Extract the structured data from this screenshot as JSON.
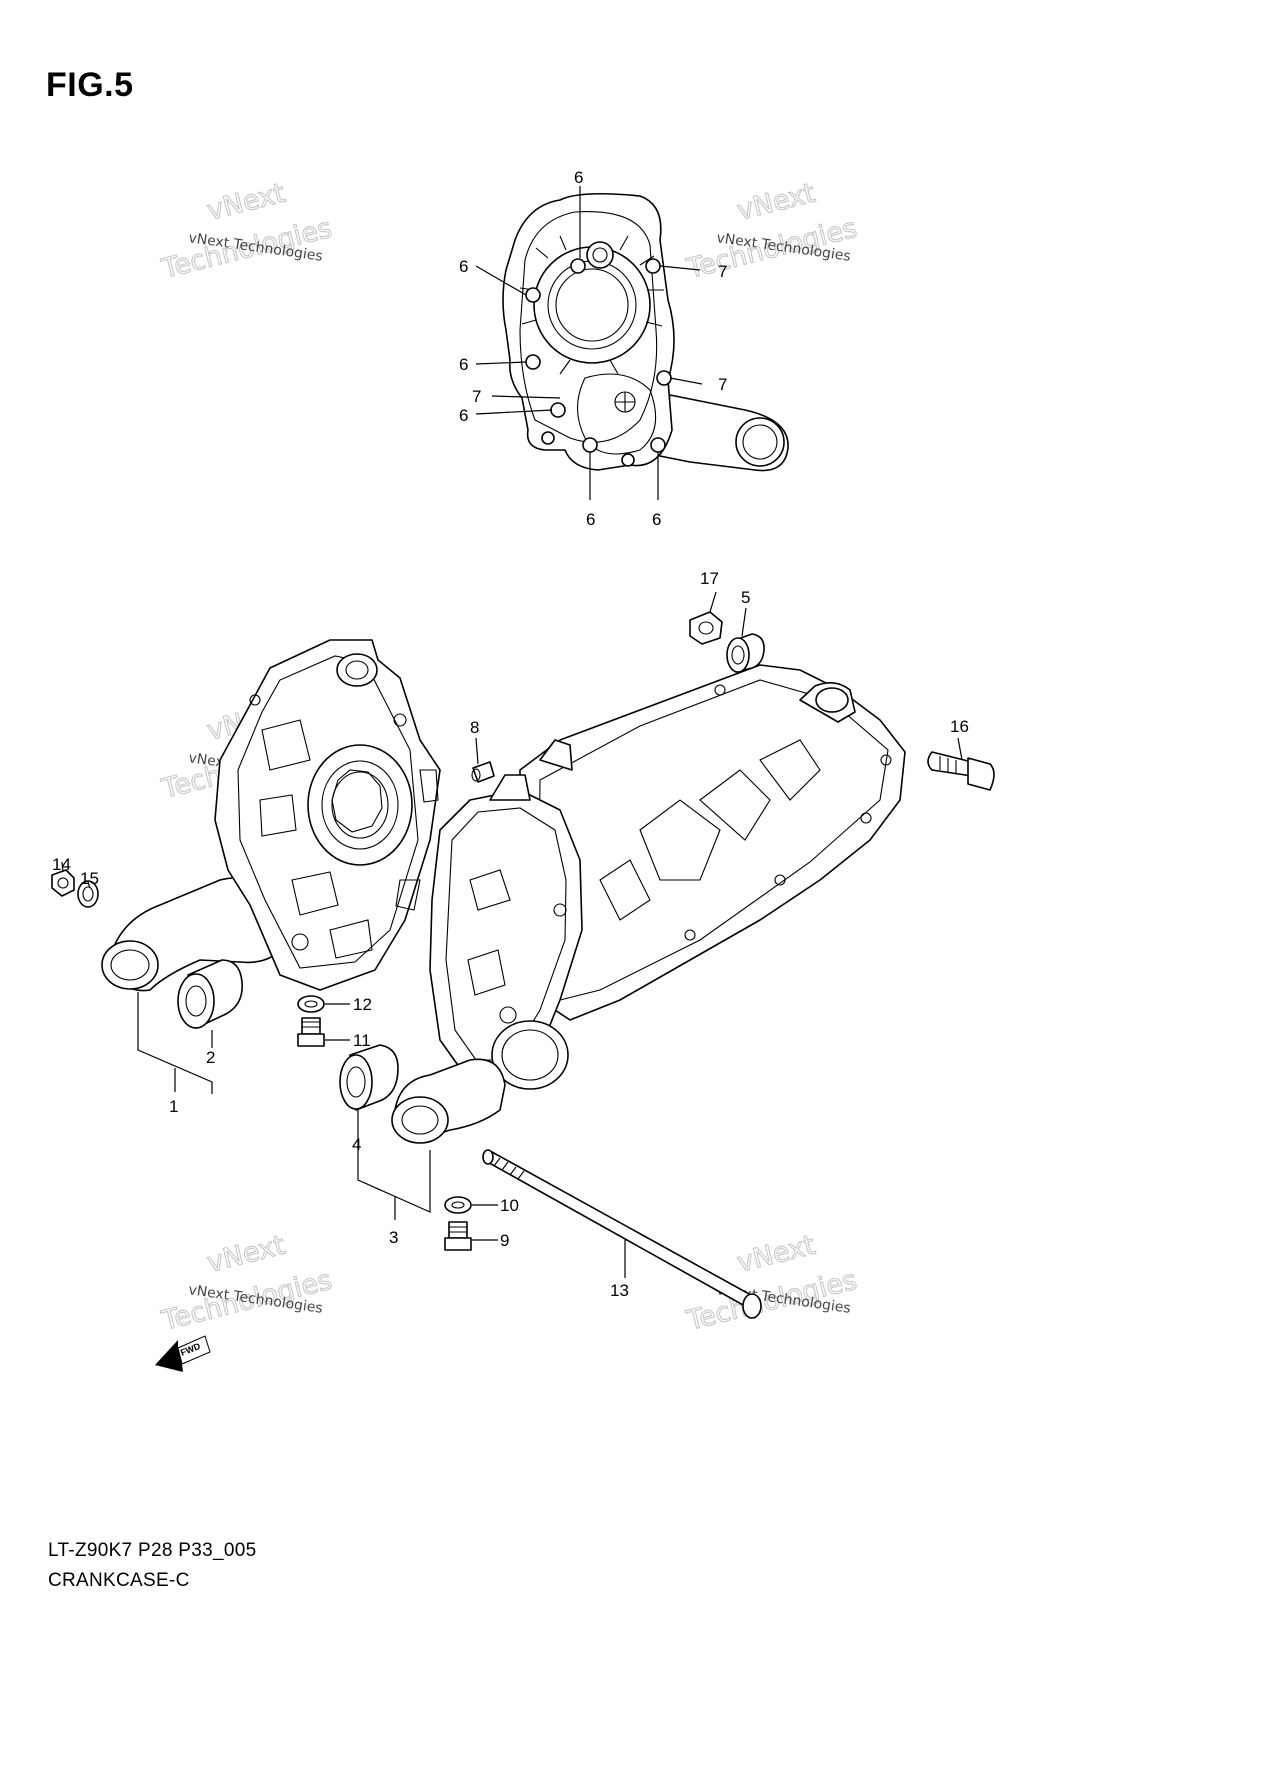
{
  "figure": {
    "title": "FIG.5"
  },
  "footer": {
    "model_code": "LT-Z90K7 P28 P33_005",
    "section_name": "CRANKCASE-C"
  },
  "watermark": {
    "company": "vNext Technologies",
    "word1": "vNext",
    "word2": "Technologies"
  },
  "fwd_label": "FWD",
  "callouts": {
    "c1": "1",
    "c2": "2",
    "c3": "3",
    "c4": "4",
    "c5": "5",
    "c6a": "6",
    "c6b": "6",
    "c6c": "6",
    "c6d": "6",
    "c6e": "6",
    "c6f": "6",
    "c7a": "7",
    "c7b": "7",
    "c7c": "7",
    "c8": "8",
    "c9": "9",
    "c10": "10",
    "c11": "11",
    "c12": "12",
    "c13": "13",
    "c14": "14",
    "c15": "15",
    "c16": "16",
    "c17": "17"
  }
}
